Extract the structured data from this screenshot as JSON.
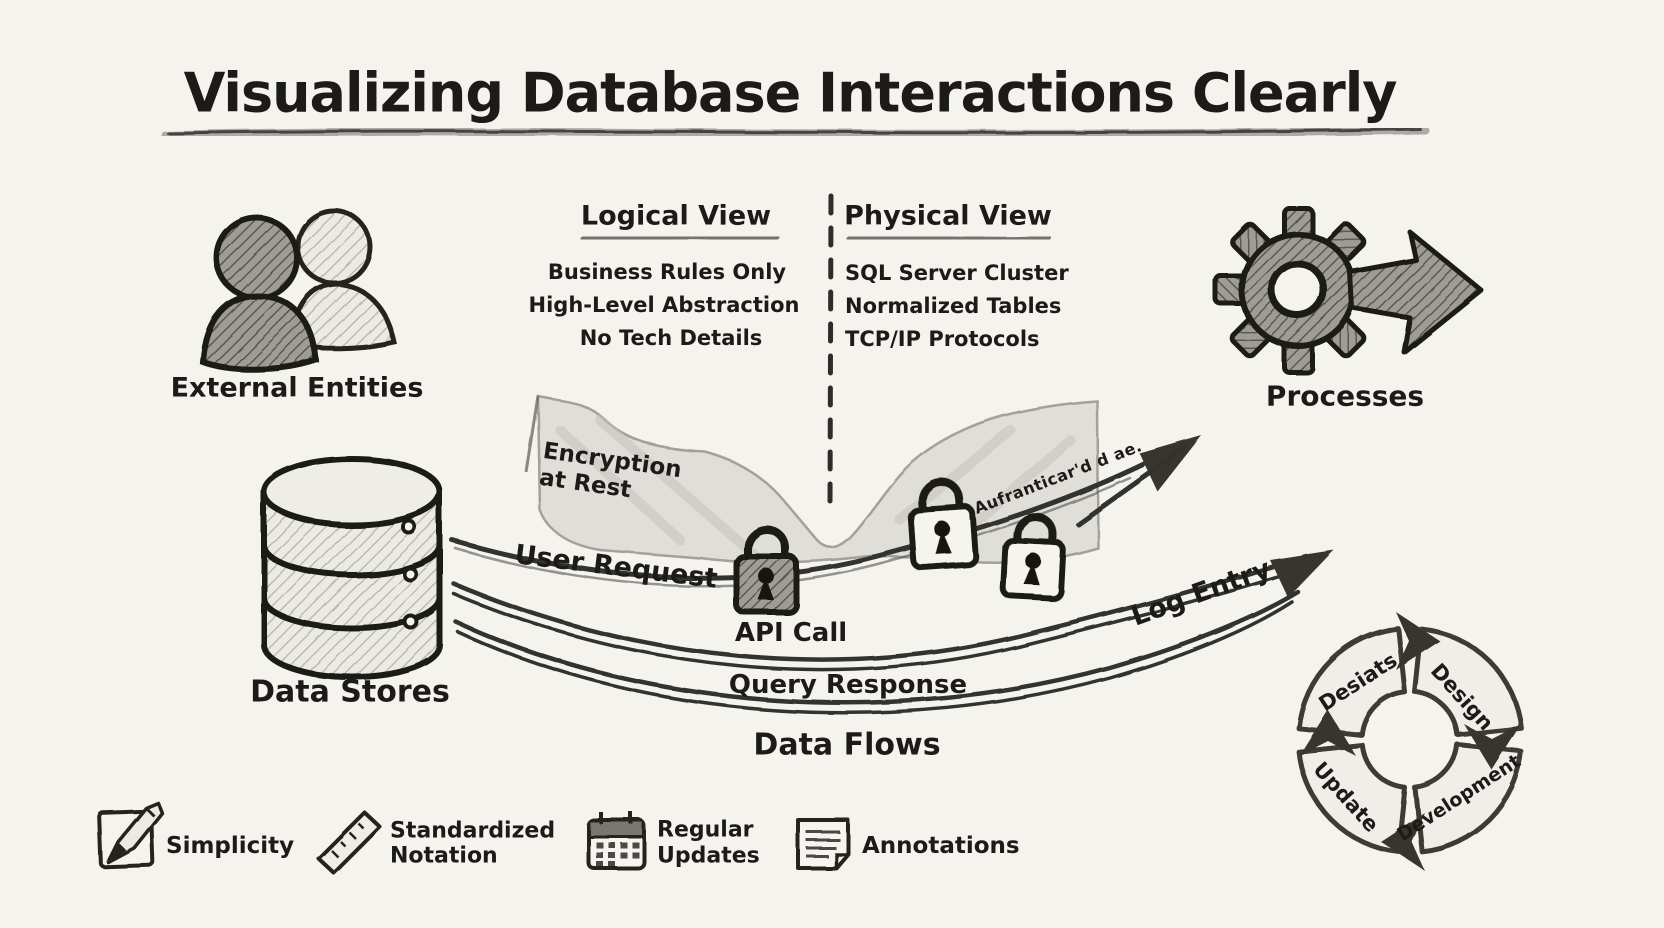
{
  "title": "Visualizing Database Interactions Clearly",
  "colors": {
    "background": "#f5f3ee",
    "ink": "#1c1b18",
    "pencil_gray": "#55524e",
    "paper_shade": "#d9d6d0"
  },
  "nodes": {
    "external_entities": {
      "label": "External Entities",
      "icon": "people-icon"
    },
    "processes": {
      "label": "Processes",
      "icon": "gear-arrow-icon"
    },
    "data_stores": {
      "label": "Data Stores",
      "icon": "database-icon"
    },
    "data_flows": {
      "label": "Data Flows"
    }
  },
  "logical_view": {
    "title": "Logical View",
    "items": [
      "Business Rules Only",
      "High-Level Abstraction",
      "No Tech Details"
    ]
  },
  "physical_view": {
    "title": "Physical View",
    "items": [
      "SQL Server Cluster",
      "Normalized Tables",
      "TCP/IP Protocols"
    ]
  },
  "flow_labels": {
    "user_request": "User Request",
    "api_call": "API Call",
    "query_response": "Query Response",
    "log_entry": "Log Entry"
  },
  "security": {
    "encryption_line1": "Encryption",
    "encryption_line2": "at Rest",
    "authentication": "Aufranticar'd d ae."
  },
  "lifecycle": {
    "phases": [
      {
        "label": "Desiats"
      },
      {
        "label": "Design"
      },
      {
        "label": "Update"
      },
      {
        "label": "Development"
      }
    ]
  },
  "legend": {
    "items": [
      {
        "icon": "pencil-icon",
        "line1": "Simplicity",
        "line2": ""
      },
      {
        "icon": "ruler-icon",
        "line1": "Standardized",
        "line2": "Notation"
      },
      {
        "icon": "calendar-icon",
        "line1": "Regular",
        "line2": "Updates"
      },
      {
        "icon": "document-icon",
        "line1": "Annotations",
        "line2": ""
      }
    ]
  }
}
